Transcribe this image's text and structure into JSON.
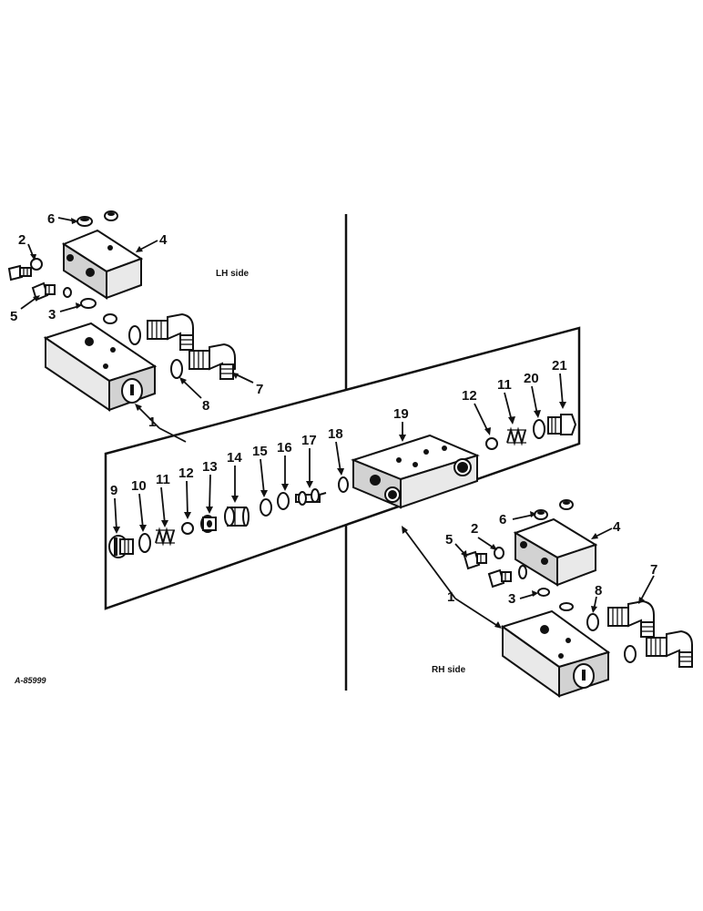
{
  "labels": {
    "lh_side": "LH side",
    "rh_side": "RH side",
    "drawing_ref": "A-85999"
  },
  "callouts": {
    "lh_6": "6",
    "lh_2": "2",
    "lh_4": "4",
    "lh_5": "5",
    "lh_3": "3",
    "lh_8": "8",
    "lh_7": "7",
    "lh_1": "1",
    "c9": "9",
    "c10": "10",
    "c11a": "11",
    "c12a": "12",
    "c13": "13",
    "c14": "14",
    "c15": "15",
    "c16": "16",
    "c17": "17",
    "c18": "18",
    "c19": "19",
    "c12b": "12",
    "c11b": "11",
    "c20": "20",
    "c21": "21",
    "rh_6": "6",
    "rh_4": "4",
    "rh_5": "5",
    "rh_2": "2",
    "rh_7": "7",
    "rh_8": "8",
    "rh_3": "3",
    "rh_1": "1"
  }
}
